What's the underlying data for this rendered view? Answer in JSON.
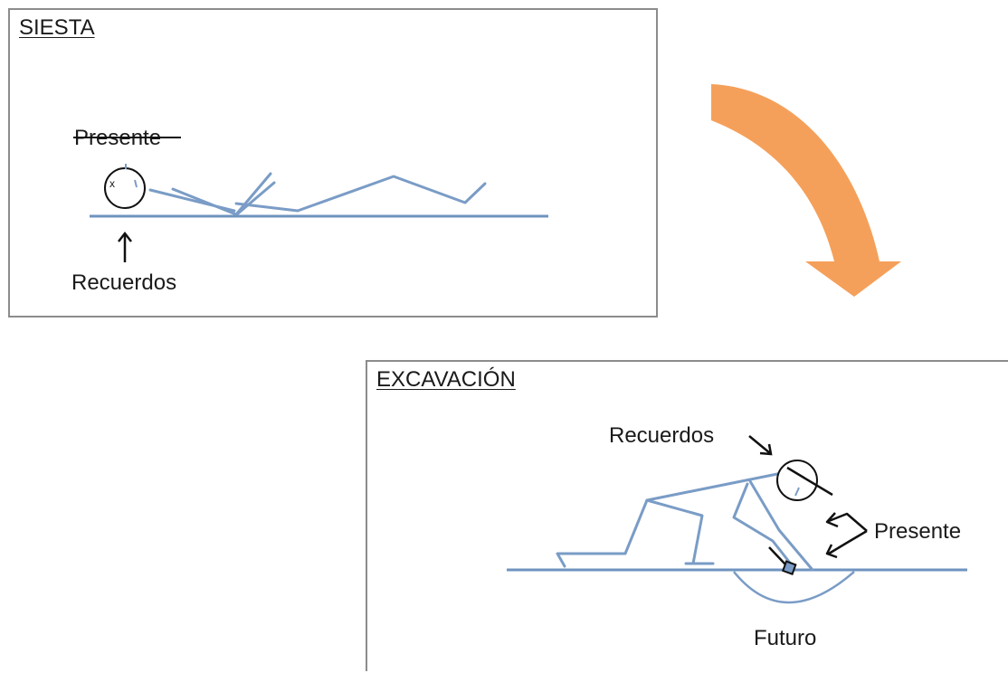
{
  "panels": {
    "siesta": {
      "title": "SIESTA",
      "label_present": "Presente",
      "label_memories": "Recuerdos",
      "present_struck_through": true
    },
    "excavacion": {
      "title": "EXCAVACIÓN",
      "label_memories": "Recuerdos",
      "label_present": "Presente",
      "label_future": "Futuro"
    }
  },
  "arrow": {
    "direction": "curved-down",
    "color": "#f5a05a"
  },
  "colors": {
    "figure_stroke": "#7a9cc6",
    "ground_line": "#6f93bf",
    "head_outline": "#111111",
    "annotation": "#111111"
  }
}
